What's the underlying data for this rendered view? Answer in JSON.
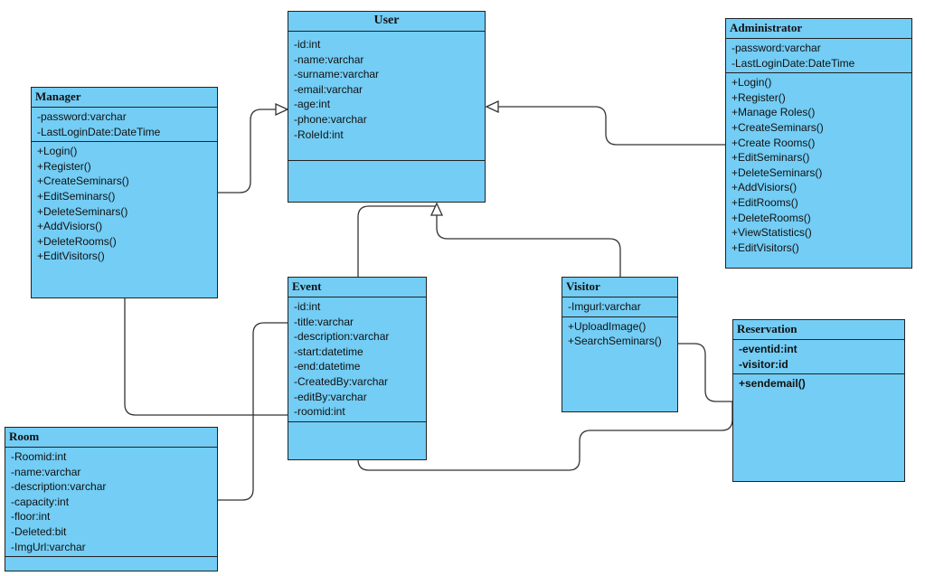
{
  "colors": {
    "class_fill": "#73cdf5",
    "border": "#222222",
    "line": "#333333"
  },
  "classes": {
    "user": {
      "name": "User",
      "attributes": [
        "-id:int",
        "-name:varchar",
        "-surname:varchar",
        "-email:varchar",
        "-age:int",
        "-phone:varchar",
        "-RoleId:int"
      ],
      "operations": []
    },
    "administrator": {
      "name": "Administrator",
      "attributes": [
        "-password:varchar",
        "-LastLoginDate:DateTime"
      ],
      "operations": [
        "+Login()",
        "+Register()",
        "+Manage Roles()",
        "+CreateSeminars()",
        "+Create Rooms()",
        "+EditSeminars()",
        "+DeleteSeminars()",
        "+AddVisiors()",
        "+EditRooms()",
        "+DeleteRooms()",
        "+ViewStatistics()",
        "+EditVisitors()"
      ]
    },
    "manager": {
      "name": "Manager",
      "attributes": [
        "-password:varchar",
        "-LastLoginDate:DateTime"
      ],
      "operations": [
        "+Login()",
        "+Register()",
        "+CreateSeminars()",
        "+EditSeminars()",
        "+DeleteSeminars()",
        "+AddVisiors()",
        "+DeleteRooms()",
        "+EditVisitors()"
      ]
    },
    "event": {
      "name": "Event",
      "attributes": [
        "-id:int",
        "-title:varchar",
        "-description:varchar",
        "-start:datetime",
        "-end:datetime",
        "-CreatedBy:varchar",
        "-editBy:varchar",
        "-roomid:int"
      ],
      "operations": []
    },
    "visitor": {
      "name": "Visitor",
      "attributes": [
        "-Imgurl:varchar"
      ],
      "operations": [
        "+UploadImage()",
        "+SearchSeminars()"
      ]
    },
    "reservation": {
      "name": "Reservation",
      "attributes": [
        "-eventid:int",
        "-visitor:id"
      ],
      "operations": [
        "+sendemail()"
      ]
    },
    "room": {
      "name": "Room",
      "attributes": [
        "-Roomid:int",
        "-name:varchar",
        "-description:varchar",
        "-capacity:int",
        "-floor:int",
        "-Deleted:bit",
        "-ImgUrl:varchar"
      ],
      "operations": []
    }
  }
}
